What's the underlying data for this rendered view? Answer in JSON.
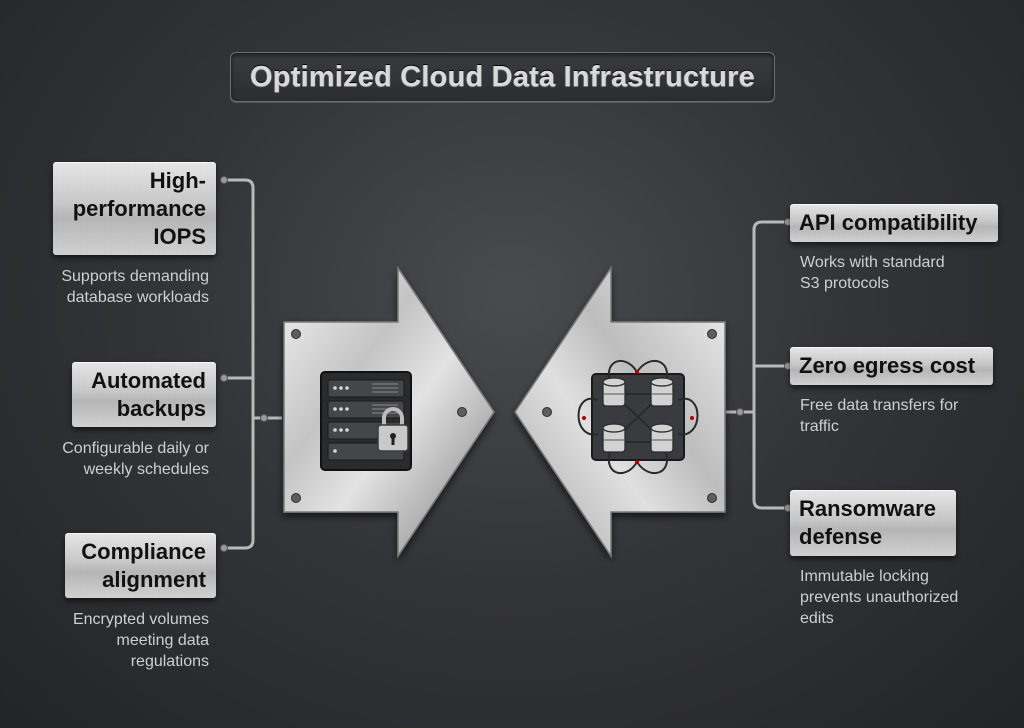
{
  "title": "Optimized Cloud Data Infrastructure",
  "left_items": [
    {
      "label_lines": [
        "High-",
        "performance",
        "IOPS"
      ],
      "description_lines": [
        "Supports demanding",
        "database workloads"
      ]
    },
    {
      "label_lines": [
        "Automated",
        "backups"
      ],
      "description_lines": [
        "Configurable daily or",
        "weekly schedules"
      ]
    },
    {
      "label_lines": [
        "Compliance",
        "alignment"
      ],
      "description_lines": [
        "Encrypted volumes",
        "meeting data",
        "regulations"
      ]
    }
  ],
  "right_items": [
    {
      "label_lines": [
        "API compatibility"
      ],
      "description_lines": [
        "Works with standard",
        "S3 protocols"
      ]
    },
    {
      "label_lines": [
        "Zero egress cost"
      ],
      "description_lines": [
        "Free data transfers for",
        "traffic"
      ]
    },
    {
      "label_lines": [
        "Ransomware",
        "defense"
      ],
      "description_lines": [
        "Immutable locking",
        "prevents unauthorized",
        "edits"
      ]
    }
  ],
  "icons": {
    "left_arrow_icon": "server-lock-icon",
    "right_arrow_icon": "database-network-icon"
  }
}
